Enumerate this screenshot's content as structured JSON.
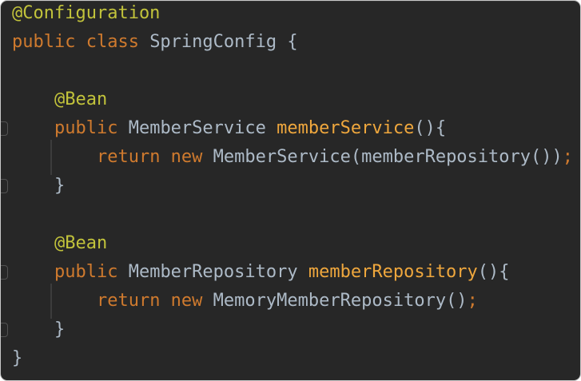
{
  "editor": {
    "colors": {
      "bg": "#272727",
      "annotation": "#c2c33b",
      "keyword": "#cf7a2e",
      "text": "#adbac7",
      "method": "#efa73d",
      "guide": "#3c3c3c",
      "gutter": "#585858"
    },
    "lines": [
      {
        "tokens": [
          {
            "t": "@Configuration",
            "cls": "tok ann"
          }
        ]
      },
      {
        "tokens": [
          {
            "t": "public class ",
            "cls": "tok kw"
          },
          {
            "t": "SpringConfig {",
            "cls": "tok pl"
          }
        ]
      },
      {
        "tokens": []
      },
      {
        "tokens": [
          {
            "t": "    ",
            "cls": "tok ws"
          },
          {
            "t": "@Bean",
            "cls": "tok ann"
          }
        ]
      },
      {
        "tokens": [
          {
            "t": "    ",
            "cls": "tok ws"
          },
          {
            "t": "public ",
            "cls": "tok kw"
          },
          {
            "t": "MemberService ",
            "cls": "tok pl"
          },
          {
            "t": "memberService",
            "cls": "tok me"
          },
          {
            "t": "(){",
            "cls": "tok pl"
          }
        ]
      },
      {
        "tokens": [
          {
            "t": "        ",
            "cls": "tok ws"
          },
          {
            "t": "return new ",
            "cls": "tok kw"
          },
          {
            "t": "MemberService(memberRepository())",
            "cls": "tok pl"
          },
          {
            "t": ";",
            "cls": "tok kw"
          }
        ]
      },
      {
        "tokens": [
          {
            "t": "    ",
            "cls": "tok ws"
          },
          {
            "t": "}",
            "cls": "tok pl"
          }
        ]
      },
      {
        "tokens": []
      },
      {
        "tokens": [
          {
            "t": "    ",
            "cls": "tok ws"
          },
          {
            "t": "@Bean",
            "cls": "tok ann"
          }
        ]
      },
      {
        "tokens": [
          {
            "t": "    ",
            "cls": "tok ws"
          },
          {
            "t": "public ",
            "cls": "tok kw"
          },
          {
            "t": "MemberRepository ",
            "cls": "tok pl"
          },
          {
            "t": "memberRepository",
            "cls": "tok me"
          },
          {
            "t": "(){",
            "cls": "tok pl"
          }
        ]
      },
      {
        "tokens": [
          {
            "t": "        ",
            "cls": "tok ws"
          },
          {
            "t": "return new ",
            "cls": "tok kw"
          },
          {
            "t": "MemoryMemberRepository()",
            "cls": "tok pl"
          },
          {
            "t": ";",
            "cls": "tok kw"
          }
        ]
      },
      {
        "tokens": [
          {
            "t": "    ",
            "cls": "tok ws"
          },
          {
            "t": "}",
            "cls": "tok pl"
          }
        ]
      },
      {
        "tokens": [
          {
            "t": "}",
            "cls": "tok pl"
          }
        ]
      }
    ]
  }
}
